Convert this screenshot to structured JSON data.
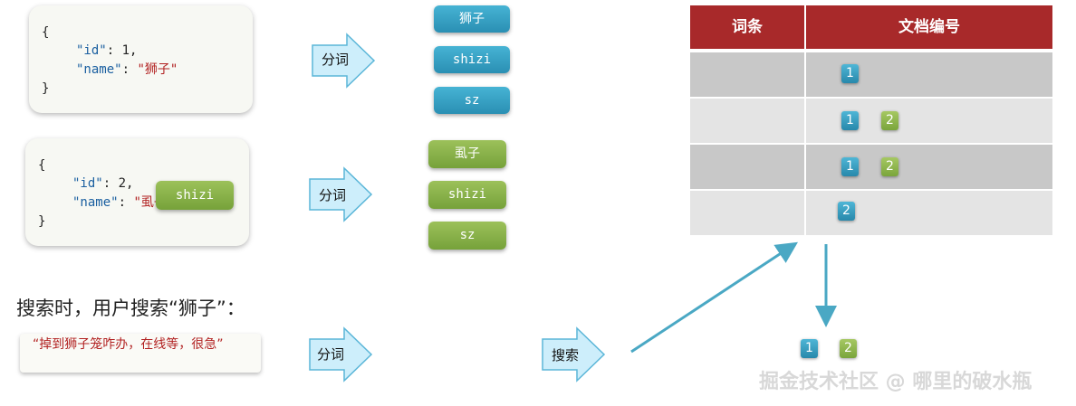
{
  "doc1": {
    "open": "{",
    "close": "}",
    "id_key": "\"id\"",
    "id_val": "1,",
    "name_key": "\"name\"",
    "name_val": "\"狮子\""
  },
  "doc2": {
    "open": "{",
    "close": "}",
    "id_key": "\"id\"",
    "id_val": "2,",
    "name_key": "\"name\"",
    "name_val": "\"虱子\"",
    "overlay": "shizi"
  },
  "tokens1": [
    "狮子",
    "shizi",
    "sz"
  ],
  "tokens2": [
    "虱子",
    "shizi",
    "sz"
  ],
  "arrows": {
    "tokenize1": "分词",
    "tokenize2": "分词",
    "tokenize3": "分词",
    "search": "搜索"
  },
  "table": {
    "headers": [
      "词条",
      "文档编号"
    ],
    "rows": [
      {
        "ids": [
          "1"
        ]
      },
      {
        "ids": [
          "1",
          "2"
        ]
      },
      {
        "ids": [
          "1",
          "2"
        ]
      },
      {
        "ids": [
          "2"
        ]
      }
    ]
  },
  "result_ids": [
    "1",
    "2"
  ],
  "search_heading": "搜索时，用户搜索“狮子”：",
  "search_query": "“掉到狮子笼咋办，在线等，很急”",
  "watermark": "掘金技术社区 @ 哪里的破水瓶",
  "colors": {
    "header": "#a8292a",
    "blue": "#2a8fb3",
    "green": "#76a23a",
    "arrow": "#4aa8c4"
  }
}
